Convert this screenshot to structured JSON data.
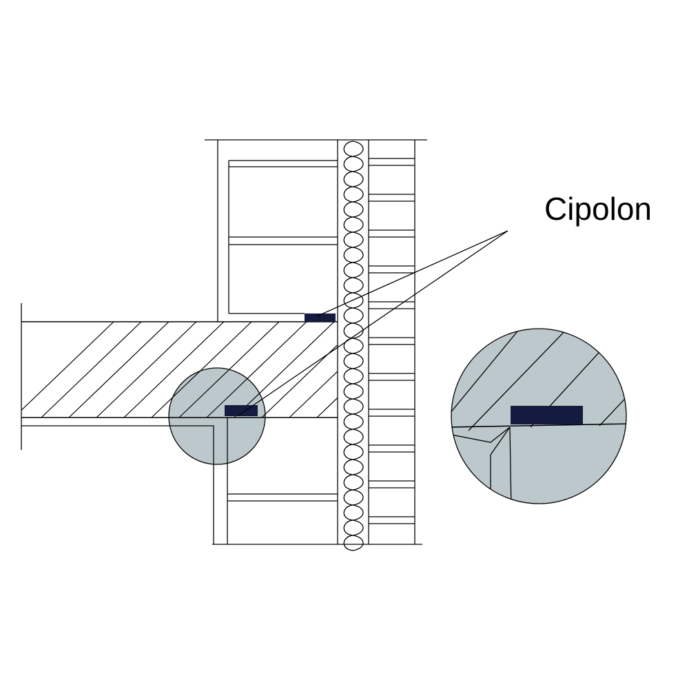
{
  "diagram": {
    "callout_label": "Cipolon",
    "colors": {
      "line": "#000000",
      "magnifier_fill": "#bcc8cc",
      "seal_fill": "#151b3e",
      "background": "#ffffff"
    },
    "elements": [
      "floor-slab-section",
      "upper-window-frame",
      "lower-window-frame",
      "insulation-layer",
      "brick-outer-wall",
      "seal-strip",
      "magnifier-circle",
      "detail-zoom-circle",
      "leader-lines"
    ]
  }
}
